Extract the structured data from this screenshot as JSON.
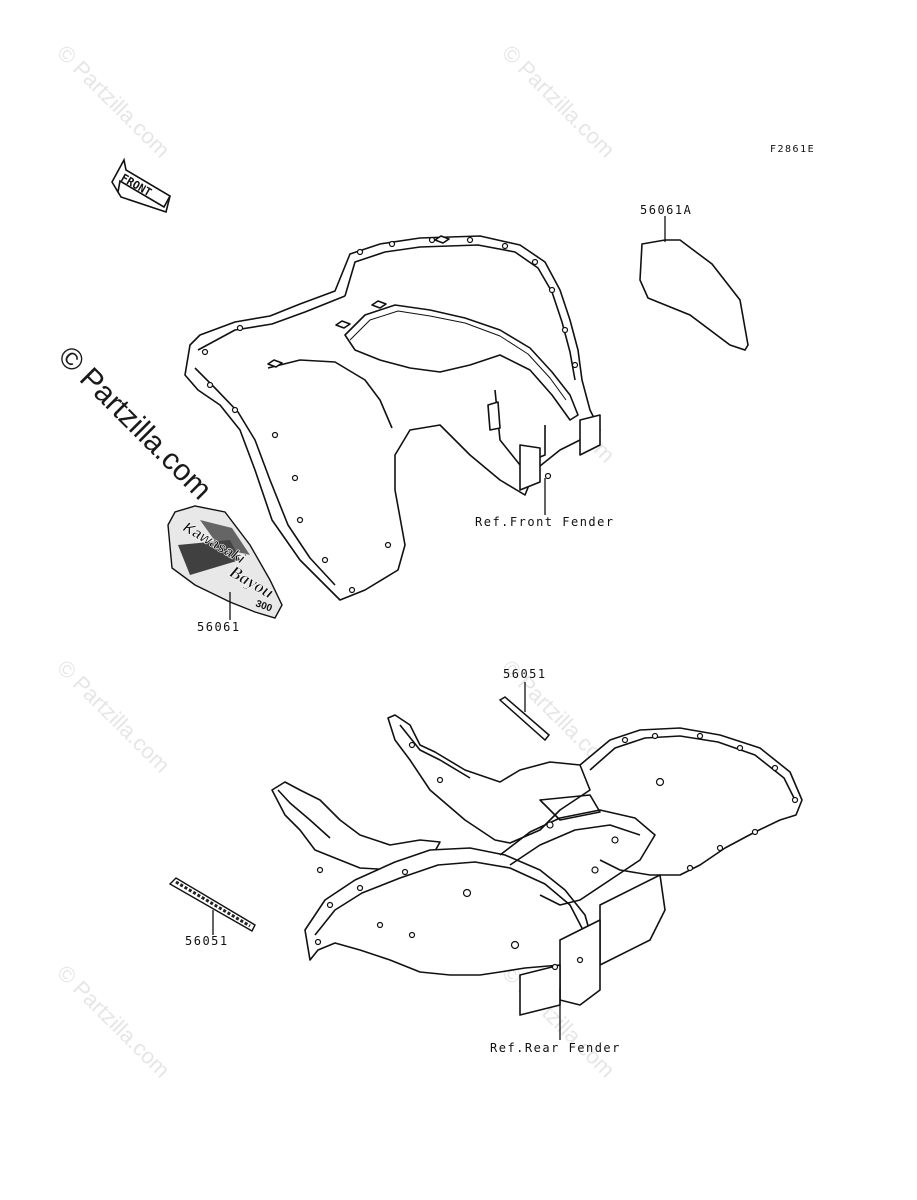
{
  "diagram": {
    "figure_code": "F2861E",
    "front_arrow_label": "FRONT",
    "watermark": "© Partzilla.com",
    "parts": [
      {
        "id": "front-decal-right",
        "number": "56061A"
      },
      {
        "id": "front-decal-left",
        "number": "56061"
      },
      {
        "id": "rear-stripe-right",
        "number": "56051"
      },
      {
        "id": "rear-stripe-left",
        "number": "56051"
      }
    ],
    "references": {
      "front_fender": "Ref.Front Fender",
      "rear_fender": "Ref.Rear Fender"
    },
    "decal_text": {
      "brand": "Kawasaki",
      "model": "Bayou",
      "size": "300"
    }
  }
}
